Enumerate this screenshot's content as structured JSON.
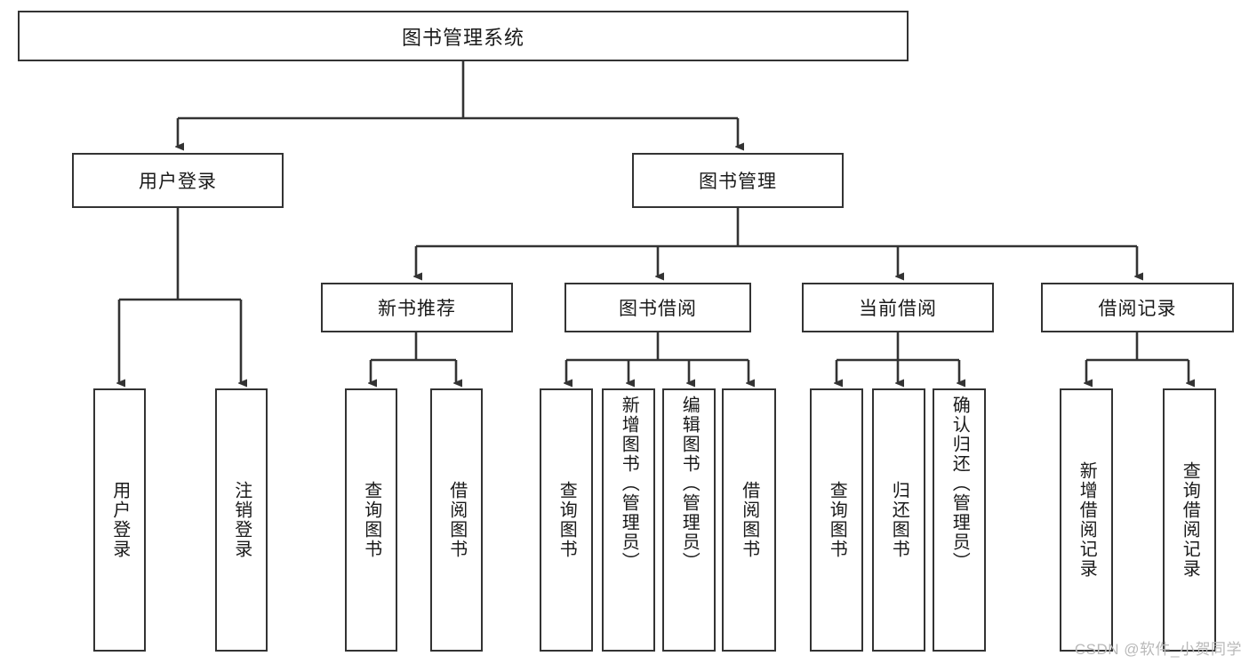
{
  "diagram": {
    "title": "图书管理系统",
    "type": "tree-hierarchy-diagram",
    "root": {
      "label": "图书管理系统"
    },
    "level2": [
      {
        "label": "用户登录"
      },
      {
        "label": "图书管理"
      }
    ],
    "level3": [
      {
        "label": "新书推荐"
      },
      {
        "label": "图书借阅"
      },
      {
        "label": "当前借阅"
      },
      {
        "label": "借阅记录"
      }
    ],
    "leaves": {
      "user_login": [
        {
          "label": "用户登录"
        },
        {
          "label": "注销登录"
        }
      ],
      "new_book_recommend": [
        {
          "label": "查询图书"
        },
        {
          "label": "借阅图书"
        }
      ],
      "book_borrow": [
        {
          "label": "查询图书"
        },
        {
          "label": "新增图书（管理员）"
        },
        {
          "label": "编辑图书（管理员）"
        },
        {
          "label": "借阅图书"
        }
      ],
      "current_borrow": [
        {
          "label": "查询图书"
        },
        {
          "label": "归还图书"
        },
        {
          "label": "确认归还（管理员）"
        }
      ],
      "borrow_record": [
        {
          "label": "新增借阅记录"
        },
        {
          "label": "查询借阅记录"
        }
      ]
    }
  },
  "watermark": {
    "text": "CSDN @软件_小贺同学"
  },
  "colors": {
    "border": "#333333",
    "background": "#ffffff",
    "text": "#1a1a1a",
    "watermark": "#b9b9b9"
  }
}
